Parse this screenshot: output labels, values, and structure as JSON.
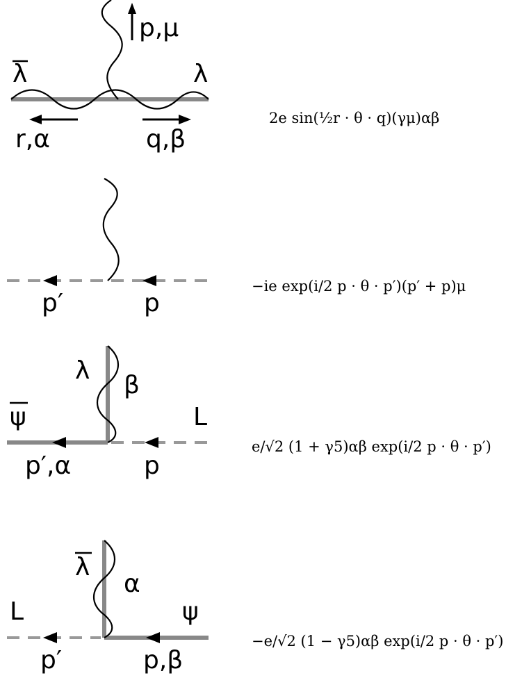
{
  "vertex1": {
    "photon_label": "p,μ",
    "left_label": "λ",
    "right_label": "λ",
    "bottom_left": "r,α",
    "bottom_right": "q,β",
    "rule": "2e sin(½r · θ · q)(γμ)αβ"
  },
  "vertex2": {
    "bottom_left": "p′",
    "bottom_right": "p",
    "rule": "−ie exp(i/2 p · θ · p′)(p′ + p)μ"
  },
  "vertex3": {
    "photon_left": "λ",
    "photon_right": "β",
    "left_label": "ψ",
    "right_label": "L",
    "bottom_left": "p′,α",
    "bottom_right": "p",
    "rule": "e/√2 (1 + γ5)αβ exp(i/2 p · θ · p′)"
  },
  "vertex4": {
    "photon_left": "λ",
    "photon_right": "α",
    "left_label": "L",
    "right_label": "ψ",
    "bottom_left": "p′",
    "bottom_right": "p,β",
    "rule": "−e/√2 (1 − γ5)αβ exp(i/2 p · θ · p′)"
  }
}
